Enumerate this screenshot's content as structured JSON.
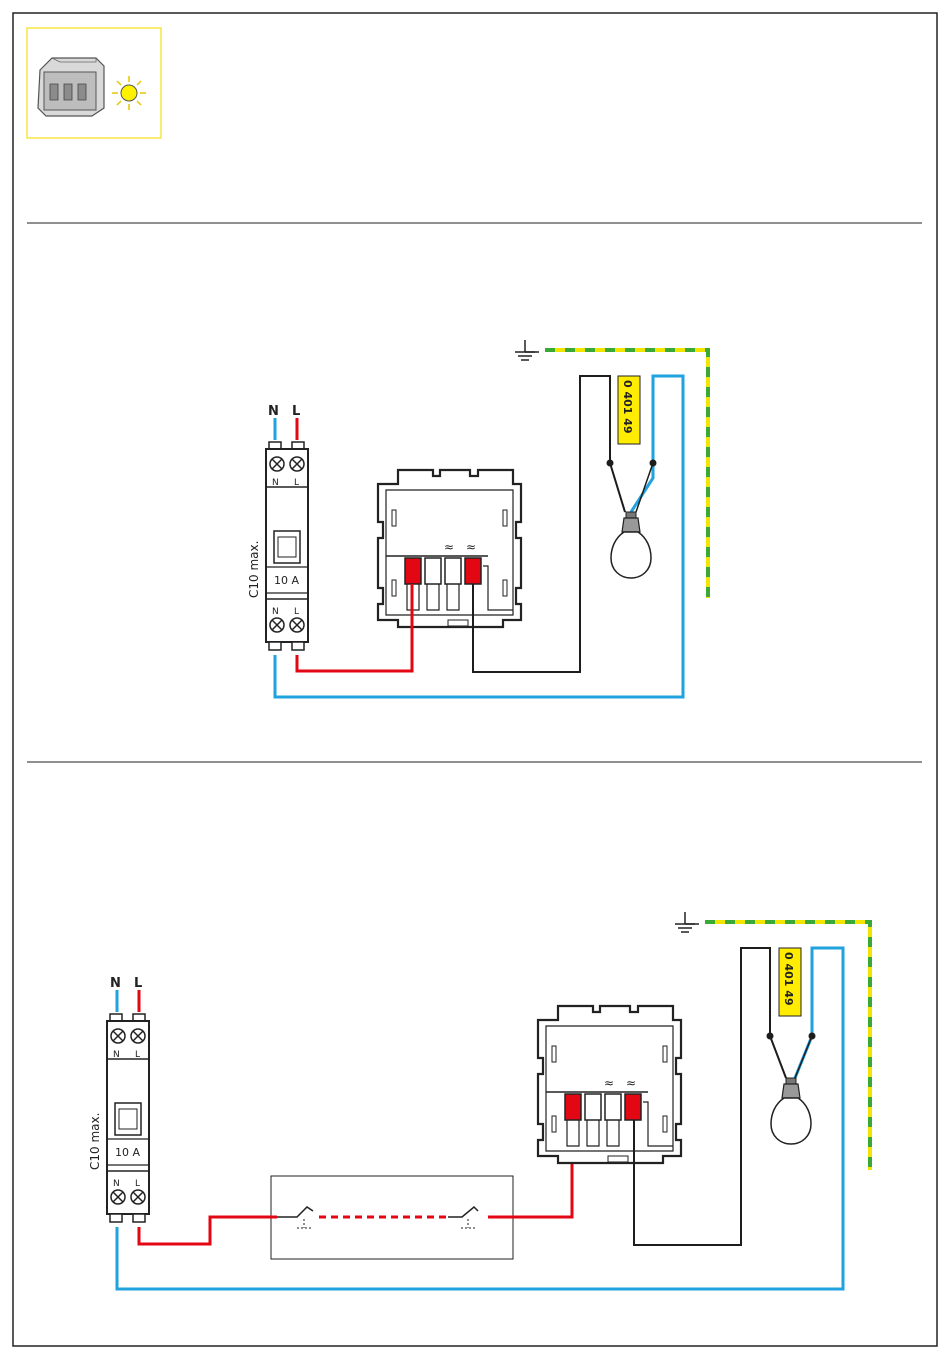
{
  "colors": {
    "phase": "#e30613",
    "neutral": "#1fa2de",
    "earth_yellow": "#f2e600",
    "earth_green": "#3aa935",
    "switched": "#1d1d1b",
    "label_bg": "#ffec00",
    "contact_red": "#e30613",
    "bulb_glow": "#fff200",
    "thumb_border": "#f7e640"
  },
  "icons": [
    "product-thumbnail",
    "light-glow-icon",
    "earth-icon",
    "bulb-icon",
    "circuit-breaker-icon",
    "dimmer-module-icon",
    "pushbutton-icon"
  ],
  "diagram1": {
    "breaker": {
      "terminal_n": "N",
      "terminal_l": "L",
      "rating": "10 A",
      "curve": "C10 max."
    },
    "feed_n": "N",
    "feed_l": "L",
    "load_ref": "0 401 49",
    "module_symbol_1": "≈",
    "module_symbol_2": "≈"
  },
  "diagram2": {
    "breaker": {
      "terminal_n": "N",
      "terminal_l": "L",
      "rating": "10 A",
      "curve": "C10 max."
    },
    "feed_n": "N",
    "feed_l": "L",
    "load_ref": "0 401 49",
    "module_symbol_1": "≈",
    "module_symbol_2": "≈"
  }
}
